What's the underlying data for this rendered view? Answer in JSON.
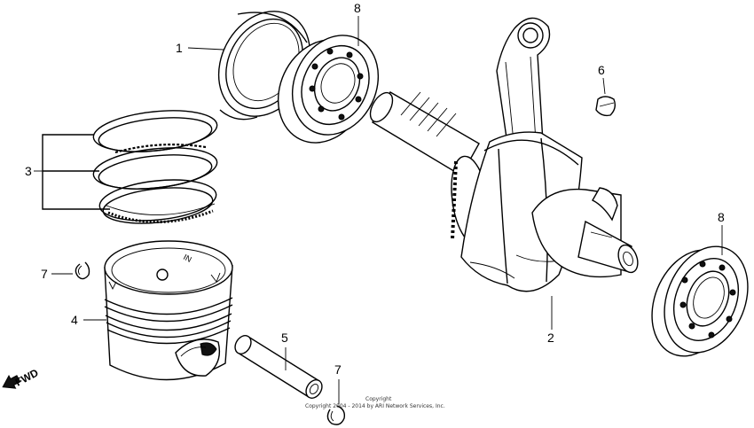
{
  "callouts": {
    "c1": "1",
    "c2": "2",
    "c3": "3",
    "c4": "4",
    "c5": "5",
    "c6": "6",
    "c7a": "7",
    "c7b": "7",
    "c8a": "8",
    "c8b": "8"
  },
  "fwd_label": "FWD",
  "piston_mark": "IN",
  "copyright": {
    "line1": "Copyright",
    "line2": "Copyright 2004 - 2014 by ARI Network Services, Inc."
  }
}
